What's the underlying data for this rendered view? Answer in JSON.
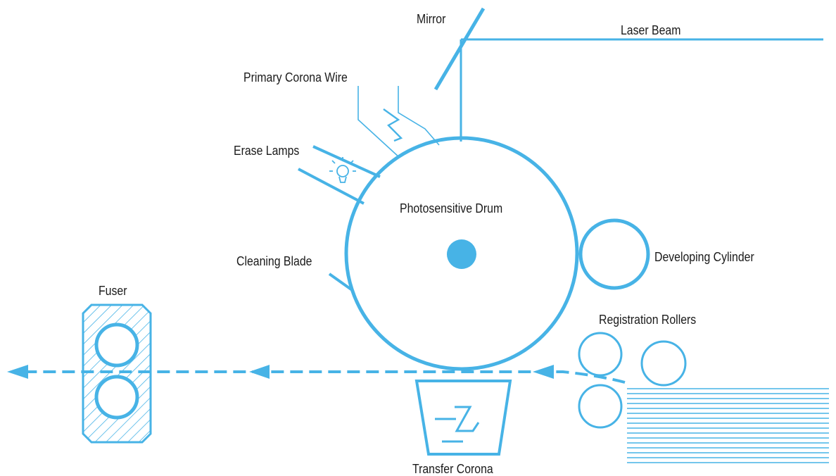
{
  "labels": {
    "mirror": "Mirror",
    "laser_beam": "Laser Beam",
    "primary_corona_wire": "Primary Corona Wire",
    "erase_lamps": "Erase Lamps",
    "photosensitive_drum": "Photosensitive Drum",
    "developing_cylinder": "Developing Cylinder",
    "cleaning_blade": "Cleaning Blade",
    "fuser": "Fuser",
    "registration_rollers": "Registration Rollers",
    "transfer_corona": "Transfer Corona"
  },
  "colors": {
    "accent": "#47b3e6",
    "text": "#1a1a1a",
    "background": "#ffffff"
  }
}
